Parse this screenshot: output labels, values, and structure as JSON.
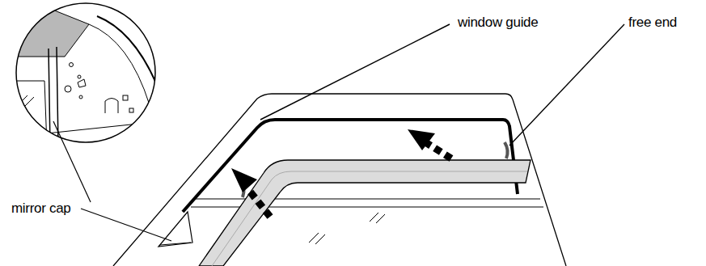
{
  "diagram": {
    "labels": [
      "window guide",
      "free end",
      "mirror cap"
    ]
  }
}
